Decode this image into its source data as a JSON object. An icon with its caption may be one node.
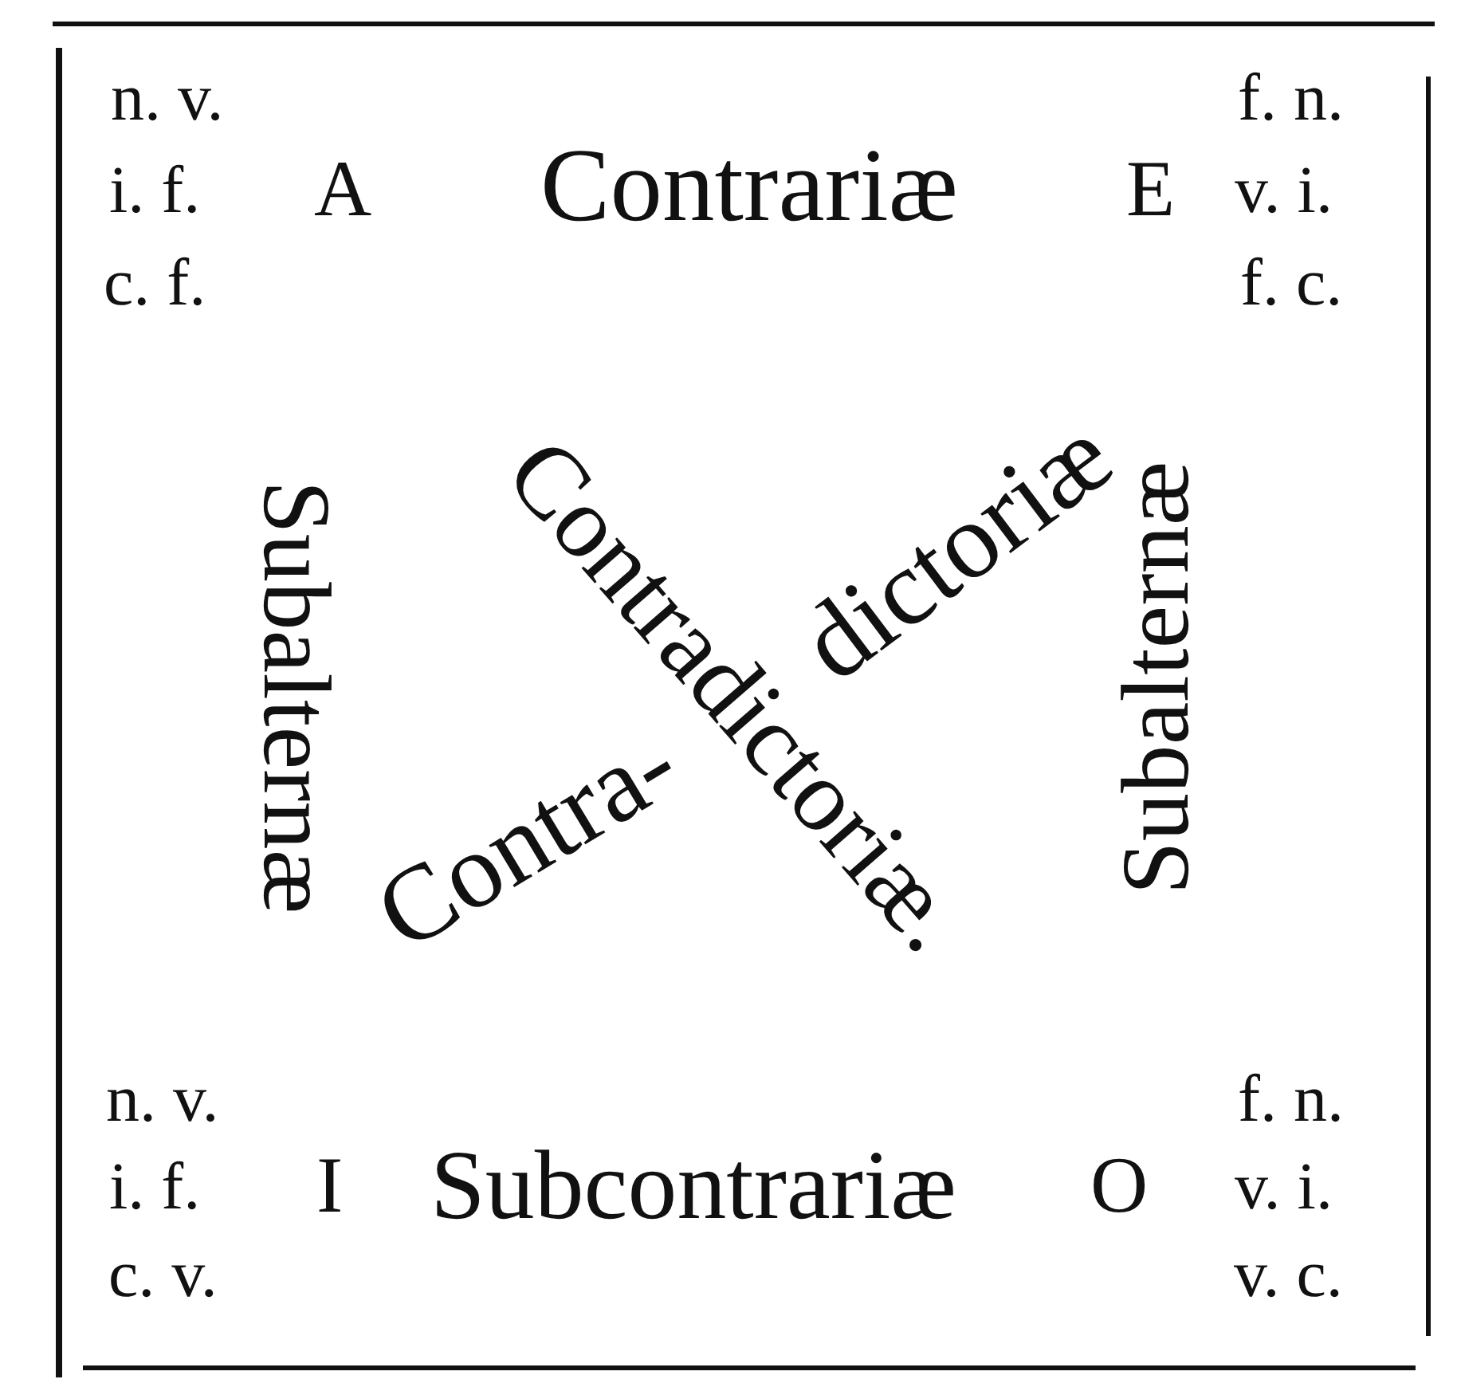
{
  "diagram": {
    "labels": [
      "n. v.",
      "f. n.",
      "i. f.",
      "A",
      "Contrariæ",
      "E",
      "v. i.",
      "c. f.",
      "f. c.",
      "Subalternæ",
      "Contradictoriæ.",
      "dictoriæ",
      "Subalternæ",
      "Contra-",
      "n. v.",
      "f. n.",
      "i. f.",
      "I",
      "Subcontrariæ",
      "O",
      "v. i.",
      "c. v.",
      "v. c."
    ]
  }
}
